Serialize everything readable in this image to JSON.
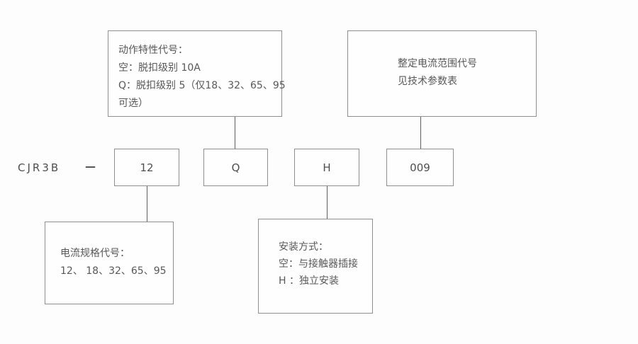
{
  "diagram": {
    "model_prefix": "CJR3B",
    "separator": "—",
    "code_boxes": [
      {
        "label": "12"
      },
      {
        "label": "Q"
      },
      {
        "label": "H"
      },
      {
        "label": "009"
      }
    ],
    "notes": {
      "action_characteristic": {
        "lines": [
          "动作特性代号：",
          "空：脱扣级别 10A",
          "Q：脱扣级别 5（仅18、32、65、95",
          "可选）"
        ]
      },
      "current_range": {
        "lines": [
          "整定电流范围代号",
          "见技术参数表"
        ]
      },
      "current_spec": {
        "lines": [
          "电流规格代号：",
          "12、 18、32、65、95"
        ]
      },
      "mounting": {
        "lines": [
          "安装方式：",
          "空：与接触器插接",
          "H ：独立安装"
        ]
      }
    },
    "colors": {
      "background": "#fdfdfd",
      "box_border": "#8f8f8f",
      "connector": "#5e5e5e",
      "text": "#555555"
    }
  }
}
